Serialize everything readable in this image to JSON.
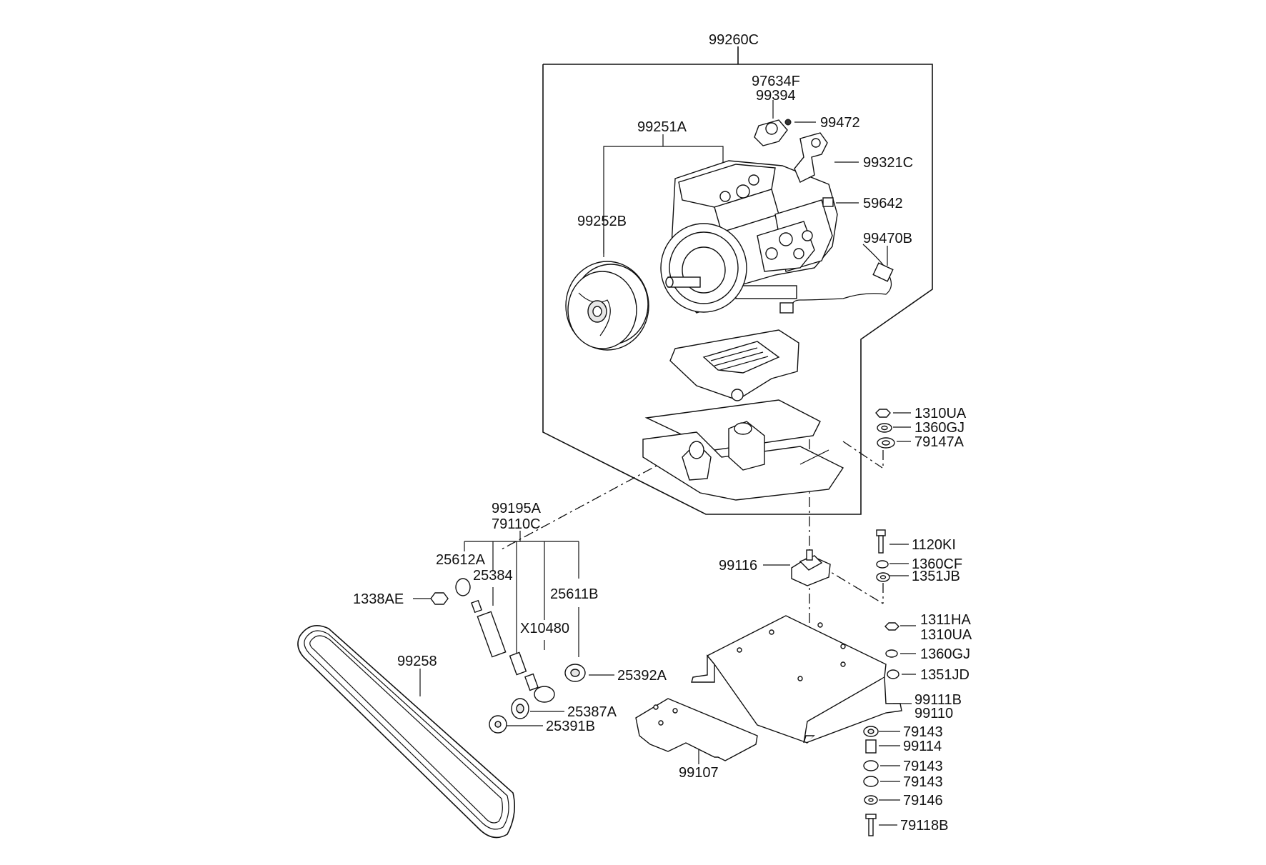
{
  "labels": {
    "l99260C": "99260C",
    "l97634F": "97634F",
    "l99394": "99394",
    "l99472": "99472",
    "l99251A": "99251A",
    "l99321C": "99321C",
    "l59642": "59642",
    "l99252B": "99252B",
    "l99470B": "99470B",
    "l1310UA_top": "1310UA",
    "l1360GJ_top": "1360GJ",
    "l79147A": "79147A",
    "l99195A": "99195A",
    "l79110C": "79110C",
    "l1120KI": "1120KI",
    "l25612A": "25612A",
    "l25384": "25384",
    "l99116": "99116",
    "l1360CF": "1360CF",
    "l1351JB": "1351JB",
    "l25611B": "25611B",
    "l1338AE": "1338AE",
    "l1311HA": "1311HA",
    "l1310UA_bot": "1310UA",
    "lX10480": "X10480",
    "l99258": "99258",
    "l1360GJ_bot": "1360GJ",
    "l25392A": "25392A",
    "l1351JD": "1351JD",
    "l99111B": "99111B",
    "l99110": "99110",
    "l25387A": "25387A",
    "l79143_a": "79143",
    "l25391B": "25391B",
    "l99114": "99114",
    "l79143_b": "79143",
    "l99107": "99107",
    "l79143_c": "79143",
    "l79146": "79146",
    "l79118B": "79118B"
  }
}
